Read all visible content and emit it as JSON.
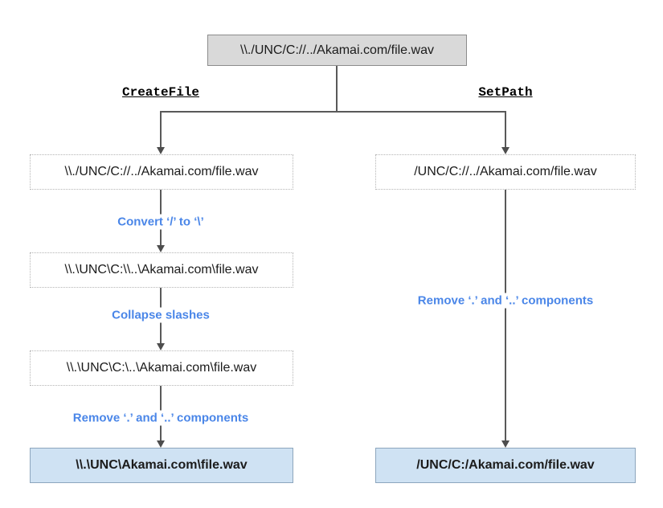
{
  "diagram": {
    "title_hint": "Windows path normalization comparison",
    "colors": {
      "root_box_fill": "#d9d9d9",
      "root_box_border": "#8c8c8c",
      "dashed_box_border": "#b5b5b5",
      "result_box_fill": "#cfe2f3",
      "result_box_border": "#8da6bd",
      "operation_text": "#4a86e8",
      "connector": "#595959"
    },
    "root": {
      "path": "\\\\./UNC/C://../Akamai.com/file.wav"
    },
    "branches": {
      "left": {
        "label": "CreateFile",
        "step1_path": "\\\\./UNC/C://../Akamai.com/file.wav",
        "op1": "Convert ‘/’ to ‘\\’",
        "step2_path": "\\\\.\\UNC\\C:\\\\..\\Akamai.com\\file.wav",
        "op2": "Collapse slashes",
        "step3_path": "\\\\.\\UNC\\C:\\..\\Akamai.com\\file.wav",
        "op3": "Remove ‘.’ and ‘..’ components",
        "result_path": "\\\\.\\UNC\\Akamai.com\\file.wav"
      },
      "right": {
        "label": "SetPath",
        "step1_path": "/UNC/C://../Akamai.com/file.wav",
        "op1": "Remove ‘.’ and ‘..’ components",
        "result_path": "/UNC/C:/Akamai.com/file.wav"
      }
    }
  }
}
